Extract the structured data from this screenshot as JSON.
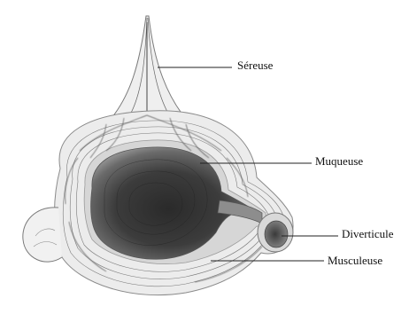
{
  "labels": {
    "sereuse": "Séreuse",
    "muqueuse": "Muqueuse",
    "diverticule": "Diverticule",
    "musculeuse": "Musculeuse"
  },
  "colors": {
    "lumen_dark": "#2b2b2b",
    "lumen_mid": "#6f6f6f",
    "wall": "#bdbdbd",
    "serosa": "#e7e7e7",
    "lines": "#2a2a2a"
  }
}
